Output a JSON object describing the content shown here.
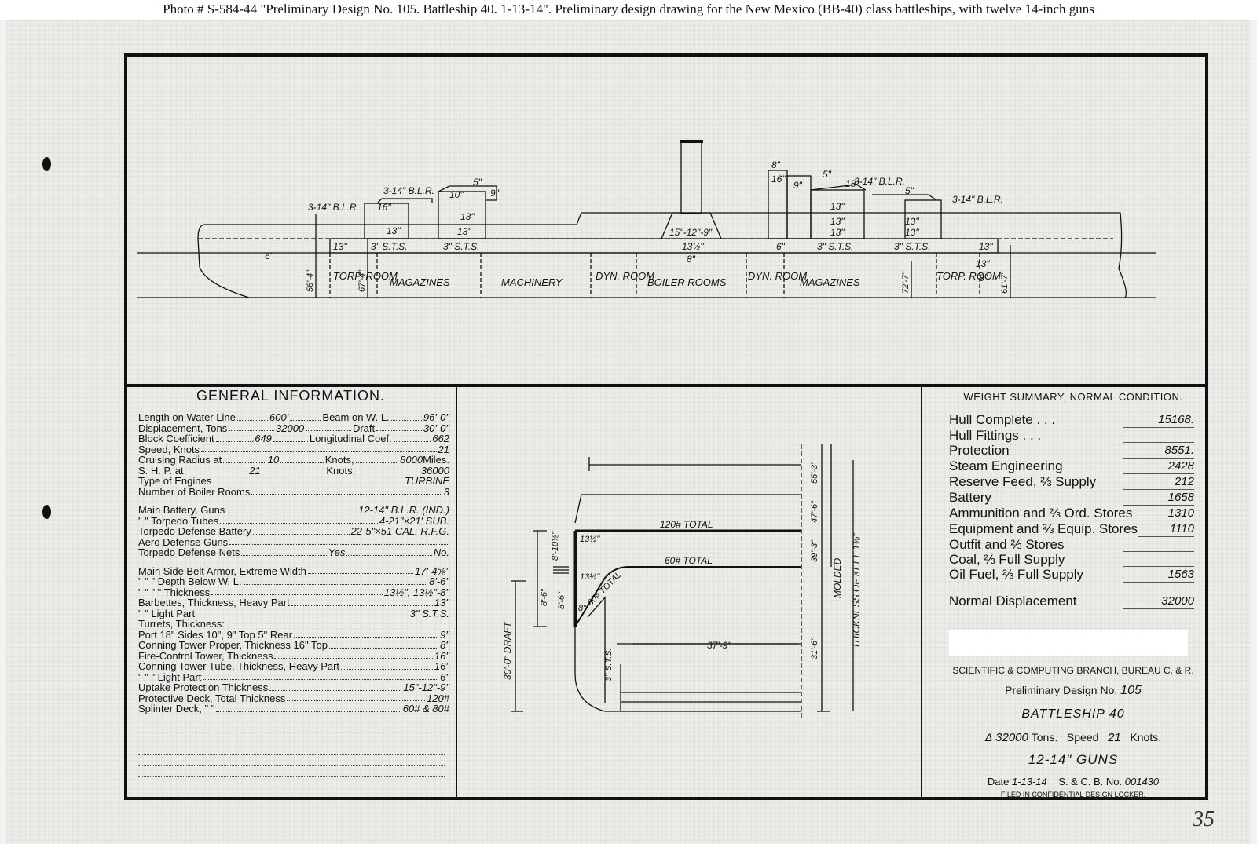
{
  "caption": "Photo # S-584-44 \"Preliminary Design No. 105. Battleship 40. 1-13-14\". Preliminary design drawing for the New Mexico (BB-40) class battleships, with twelve 14-inch guns",
  "profile": {
    "guns": {
      "fwd": "3-14\" B.L.R.",
      "fwd2": "3-14\" B.L.R.",
      "aft": "3-14\" B.L.R.",
      "aft2": "3-14\" B.L.R."
    },
    "armor": {
      "t13": "13\"",
      "t5": "5\"",
      "t9": "9\"",
      "t10": "10\"",
      "t16": "16\"",
      "t18": "18\"",
      "t8": "8\"",
      "t6": "6\"",
      "sts": "3\" S.T.S.",
      "t13h": "13½\"",
      "t6b": "6\"",
      "uptake": "15\"-12\"-9\"",
      "t8b": "8\"",
      "t13v": "13\""
    },
    "dims": {
      "d1": "56'-4\"",
      "d2": "67'-4\"",
      "d3": "72'-7\"",
      "d4": "61'-7\""
    },
    "compartments": [
      "TORP. ROOM",
      "MAGAZINES",
      "MACHINERY",
      "DYN. ROOM",
      "BOILER ROOMS",
      "DYN. ROOM",
      "MAGAZINES",
      "TORP. ROOM"
    ]
  },
  "section": {
    "deck120": "120# TOTAL",
    "deck60": "60# TOTAL",
    "deck80": "80# TOTAL",
    "belt": "13½\"",
    "belt2": "13½\"",
    "belt3": "8\"",
    "sts": "3\" S.T.S.",
    "width": "37'-9\"",
    "draft": "30'-0\" DRAFT",
    "d1": "8'-10⅛\"",
    "d2": "8'-6\"",
    "d3": "8'-6\"",
    "h1": "55'-3\"",
    "h2": "47'-6\"",
    "h3": "39'-3\"",
    "h4": "31'-6\"",
    "molded": "MOLDED",
    "keel": "THICKNESS OF KEEL 1⅜\""
  },
  "general": {
    "title": "GENERAL INFORMATION.",
    "rows": [
      {
        "l": "Length on Water Line",
        "v": "600'",
        "l2": "Beam on W. L.",
        "v2": "96'-0\""
      },
      {
        "l": "Displacement, Tons",
        "v": "32000",
        "l2": "Draft",
        "v2": "30'-0\""
      },
      {
        "l": "Block Coefficient",
        "v": ".649",
        "l2": "Longitudinal Coef.",
        "v2": ".662"
      },
      {
        "l": "Speed, Knots",
        "v": "21"
      },
      {
        "l": "Cruising Radius at",
        "v": "10",
        "l2": "Knots,",
        "v2": "8000",
        "l3": "Miles."
      },
      {
        "l": "S. H. P. at",
        "v": "21",
        "l2": "Knots,",
        "v2": "36000"
      },
      {
        "l": "Type of Engines",
        "v": "TURBINE"
      },
      {
        "l": "Number of Boiler Rooms",
        "v": "3"
      }
    ],
    "rows2": [
      {
        "l": "Main Battery, Guns",
        "v": "12-14\" B.L.R.   (IND.)"
      },
      {
        "l": "\"     \"     Torpedo Tubes",
        "v": "4-21\"×21' SUB."
      },
      {
        "l": "Torpedo Defense Battery",
        "v": "22-5\"×51 CAL. R.F.G."
      },
      {
        "l": "Aero Defense Guns",
        "v": ""
      },
      {
        "l": "Torpedo Defense Nets",
        "v": "Yes",
        "v2": "No."
      }
    ],
    "rows3": [
      {
        "l": "Main Side Belt Armor, Extreme Width",
        "v": "17'-4⅝\""
      },
      {
        "l": "\"     \"     \"     Depth Below W. L.",
        "v": "8'-6\""
      },
      {
        "l": "\"     \"     \"     \"     Thickness",
        "v": "13½\", 13½\"-8\""
      },
      {
        "l": "Barbettes, Thickness, Heavy Part",
        "v": "13\""
      },
      {
        "l": "\"     \"     Light Part",
        "v": "3\" S.T.S."
      },
      {
        "l": "Turrets, Thickness:",
        "v": ""
      },
      {
        "l": "Port 18\"  Sides 10\", 9\"  Top 5\"  Rear",
        "v": "9\""
      },
      {
        "l": "Conning Tower Proper, Thickness 16\"  Top",
        "v": "8\""
      },
      {
        "l": "Fire-Control Tower, Thickness",
        "v": "16\""
      },
      {
        "l": "Conning Tower Tube, Thickness, Heavy Part",
        "v": "16\""
      },
      {
        "l": "\"     \"     \"     Light Part",
        "v": "6\""
      },
      {
        "l": "Uptake Protection Thickness",
        "v": "15\"-12\"-9\""
      },
      {
        "l": "Protective Deck, Total Thickness",
        "v": "120#"
      },
      {
        "l": "Splinter Deck,     \"     \"",
        "v": "60# & 80#"
      }
    ]
  },
  "weights": {
    "title": "WEIGHT SUMMARY, NORMAL CONDITION.",
    "rows": [
      {
        "l": "Hull Complete . . .",
        "v": "15168."
      },
      {
        "l": "Hull Fittings . . .",
        "v": ""
      },
      {
        "l": "Protection",
        "v": "8551."
      },
      {
        "l": "Steam Engineering",
        "v": "2428"
      },
      {
        "l": "Reserve Feed, ⅔ Supply",
        "v": "212"
      },
      {
        "l": "Battery",
        "v": "1658"
      },
      {
        "l": "Ammunition and ⅔ Ord. Stores",
        "v": "1310"
      },
      {
        "l": "Equipment and ⅔ Equip. Stores",
        "v": "1110"
      },
      {
        "l": "Outfit and ⅔ Stores",
        "v": ""
      },
      {
        "l": "Coal, ⅔ Full Supply",
        "v": ""
      },
      {
        "l": "Oil Fuel, ⅔ Full Supply",
        "v": "1563"
      }
    ],
    "normal_label": "Normal Displacement",
    "normal_value": "32000"
  },
  "titleblock": {
    "branch": "SCIENTIFIC & COMPUTING BRANCH, BUREAU C. & R.",
    "design_label": "Preliminary Design No.",
    "design_no": "105",
    "ship": "BATTLESHIP 40",
    "disp_mark": "Δ",
    "disp": "32000",
    "tons_label": "Tons.",
    "speed_label": "Speed",
    "speed": "21",
    "knots_label": "Knots.",
    "guns": "12-14\" GUNS",
    "date_label": "Date",
    "date": "1-13-14",
    "scb_label": "S. & C. B. No.",
    "scb_no": "001430",
    "filed": "FILED IN CONFIDENTIAL DESIGN LOCKER."
  },
  "sheet_number": "35"
}
